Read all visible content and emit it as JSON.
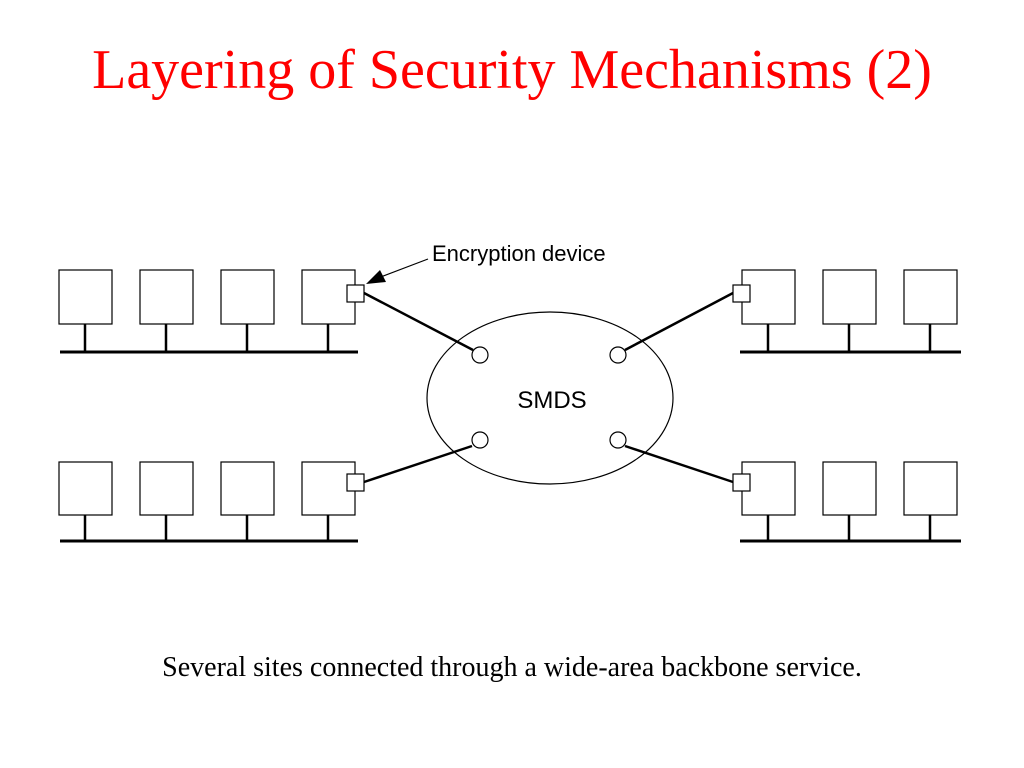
{
  "slide": {
    "title": "Layering of Security Mechanisms (2)",
    "caption": "Several sites connected through a wide-area backbone service."
  },
  "diagram": {
    "network_label": "SMDS",
    "device_label": "Encryption device",
    "sites": [
      {
        "position": "top-left",
        "hosts": 4
      },
      {
        "position": "top-right",
        "hosts": 3
      },
      {
        "position": "bottom-left",
        "hosts": 4
      },
      {
        "position": "bottom-right",
        "hosts": 3
      }
    ]
  },
  "colors": {
    "title": "#ff0000",
    "line": "#000000",
    "cloud_fill": "#ffffff"
  }
}
